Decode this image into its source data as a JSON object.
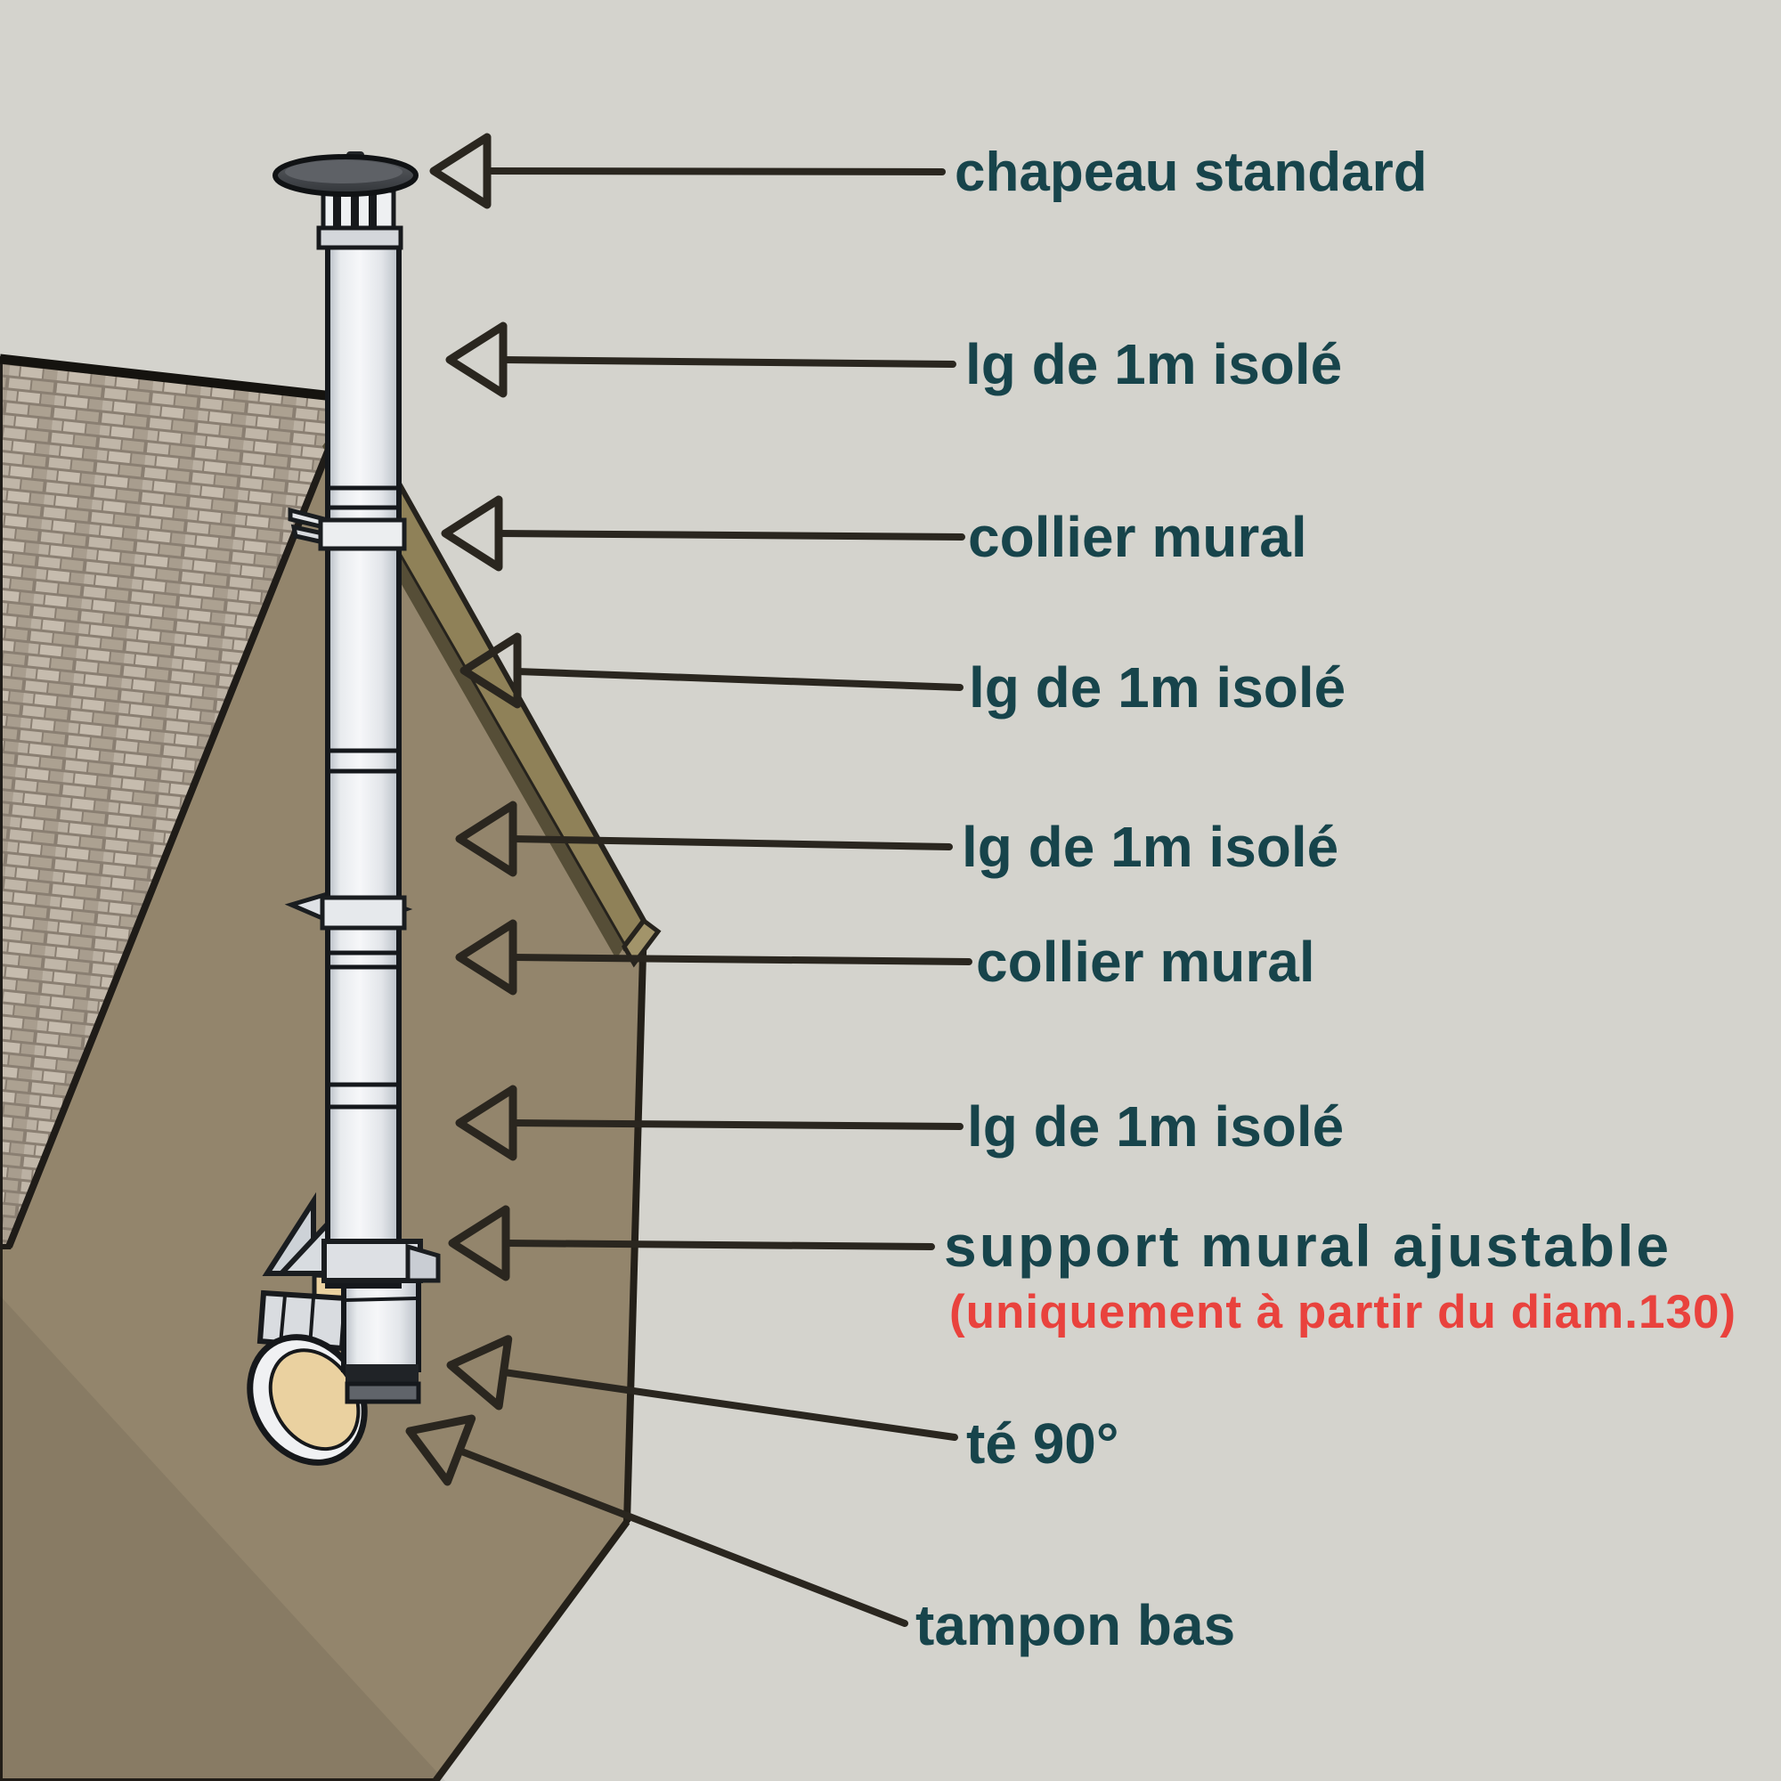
{
  "diagram": {
    "colors": {
      "background": "#d4d3cd",
      "wall": "#93856c",
      "wall_edge_face": "#a2946a",
      "roof_mortar": "#8a7f72",
      "verge_band": "#8f8158",
      "verge_underside": "#564e37",
      "outline": "#1b1916",
      "leader": "#2a261f",
      "label": "#17444b",
      "note": "#e9423d",
      "pipe_light": "#f6f7f9",
      "pipe_shade": "#b6bcc4",
      "beige": "#ead1a0"
    },
    "icons": {
      "leader_arrowhead": "open-triangle-left"
    },
    "labels": [
      {
        "id": "chapeau-standard",
        "text": "chapeau standard"
      },
      {
        "id": "lg-1m-isole-1",
        "text": "lg de 1m isolé"
      },
      {
        "id": "collier-mural-1",
        "text": "collier mural"
      },
      {
        "id": "lg-1m-isole-2",
        "text": "lg de 1m isolé"
      },
      {
        "id": "lg-1m-isole-3",
        "text": "lg de 1m isolé"
      },
      {
        "id": "collier-mural-2",
        "text": "collier mural"
      },
      {
        "id": "lg-1m-isole-4",
        "text": "lg de 1m isolé"
      },
      {
        "id": "support-mural-ajustable",
        "text": "support mural ajustable",
        "note": "(uniquement à partir du diam.130)"
      },
      {
        "id": "te-90",
        "text": "té 90°"
      },
      {
        "id": "tampon-bas",
        "text": "tampon bas"
      }
    ]
  }
}
